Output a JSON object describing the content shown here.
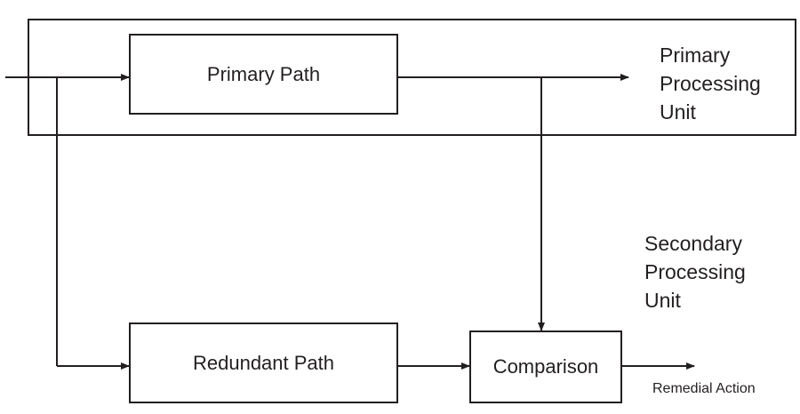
{
  "primary_unit": {
    "lines": [
      "Primary",
      "Processing",
      "Unit"
    ]
  },
  "secondary_unit": {
    "lines": [
      "Secondary",
      "Processing",
      "Unit"
    ]
  },
  "blocks": {
    "primary_path": "Primary Path",
    "redundant_path": "Redundant Path",
    "comparison": "Comparison"
  },
  "output_label": "Remedial Action"
}
